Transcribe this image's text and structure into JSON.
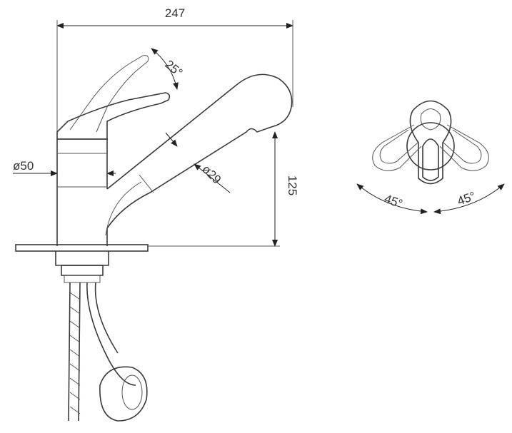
{
  "drawing": {
    "overall_length": "247",
    "lever_angle": "25°",
    "body_diameter": "ø50",
    "spout_diameter": "ø29",
    "spout_height": "125",
    "rotation_left": "45°",
    "rotation_right": "45°"
  },
  "colors": {
    "line": "#3a3a3a",
    "background": "#ffffff"
  }
}
